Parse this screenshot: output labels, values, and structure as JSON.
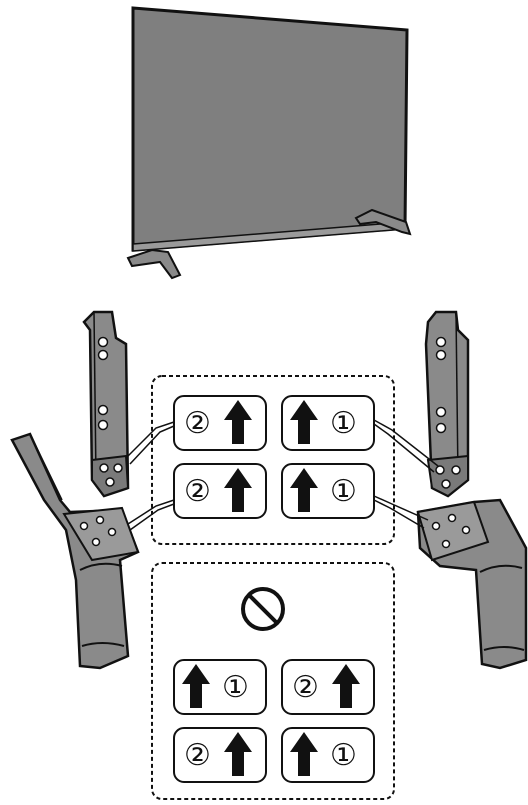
{
  "colors": {
    "line": "#111111",
    "part_fill": "#8a8a8a",
    "screen_fill": "#7f7f7f",
    "background": "#ffffff"
  },
  "correct_box": {
    "rows": [
      {
        "left": {
          "number": "②",
          "arrow_side": "right"
        },
        "right": {
          "number": "①",
          "arrow_side": "left"
        }
      },
      {
        "left": {
          "number": "②",
          "arrow_side": "right"
        },
        "right": {
          "number": "①",
          "arrow_side": "left"
        }
      }
    ]
  },
  "wrong_box": {
    "prohibited_icon": "prohibited-icon",
    "rows": [
      {
        "left": {
          "number": "①",
          "arrow_side": "left"
        },
        "right": {
          "number": "②",
          "arrow_side": "right"
        }
      },
      {
        "left": {
          "number": "②",
          "arrow_side": "right"
        },
        "right": {
          "number": "①",
          "arrow_side": "left"
        }
      }
    ]
  }
}
